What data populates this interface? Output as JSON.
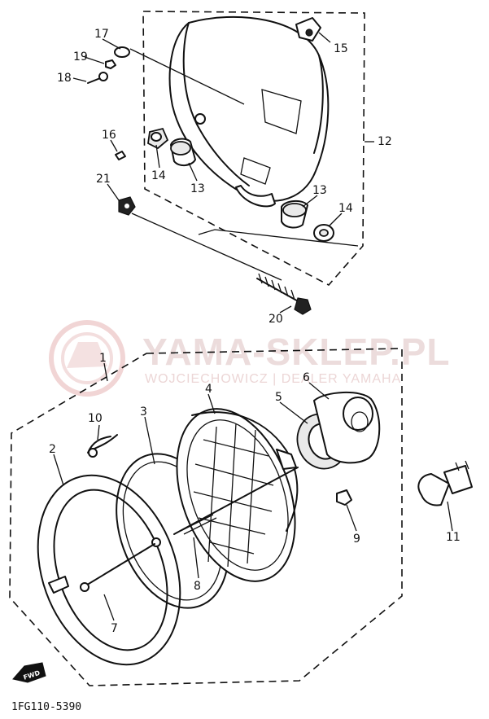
{
  "watermark": {
    "title": "YAMA-SKLEP.PL",
    "subtitle": "WOJCIECHOWICZ | DEALER YAMAHA"
  },
  "diagram_code": "1FG110-5390",
  "direction_badge": "FWD",
  "callouts": {
    "c1": "1",
    "c2": "2",
    "c3": "3",
    "c4": "4",
    "c5": "5",
    "c6": "6",
    "c7": "7",
    "c8": "8",
    "c9": "9",
    "c10": "10",
    "c11": "11",
    "c12": "12",
    "c13a": "13",
    "c13b": "13",
    "c14a": "14",
    "c14b": "14",
    "c15": "15",
    "c16": "16",
    "c17": "17",
    "c18": "18",
    "c19": "19",
    "c20": "20",
    "c21": "21"
  },
  "colors": {
    "line": "#111111",
    "watermark": "#ecdcdc",
    "background": "#ffffff"
  }
}
